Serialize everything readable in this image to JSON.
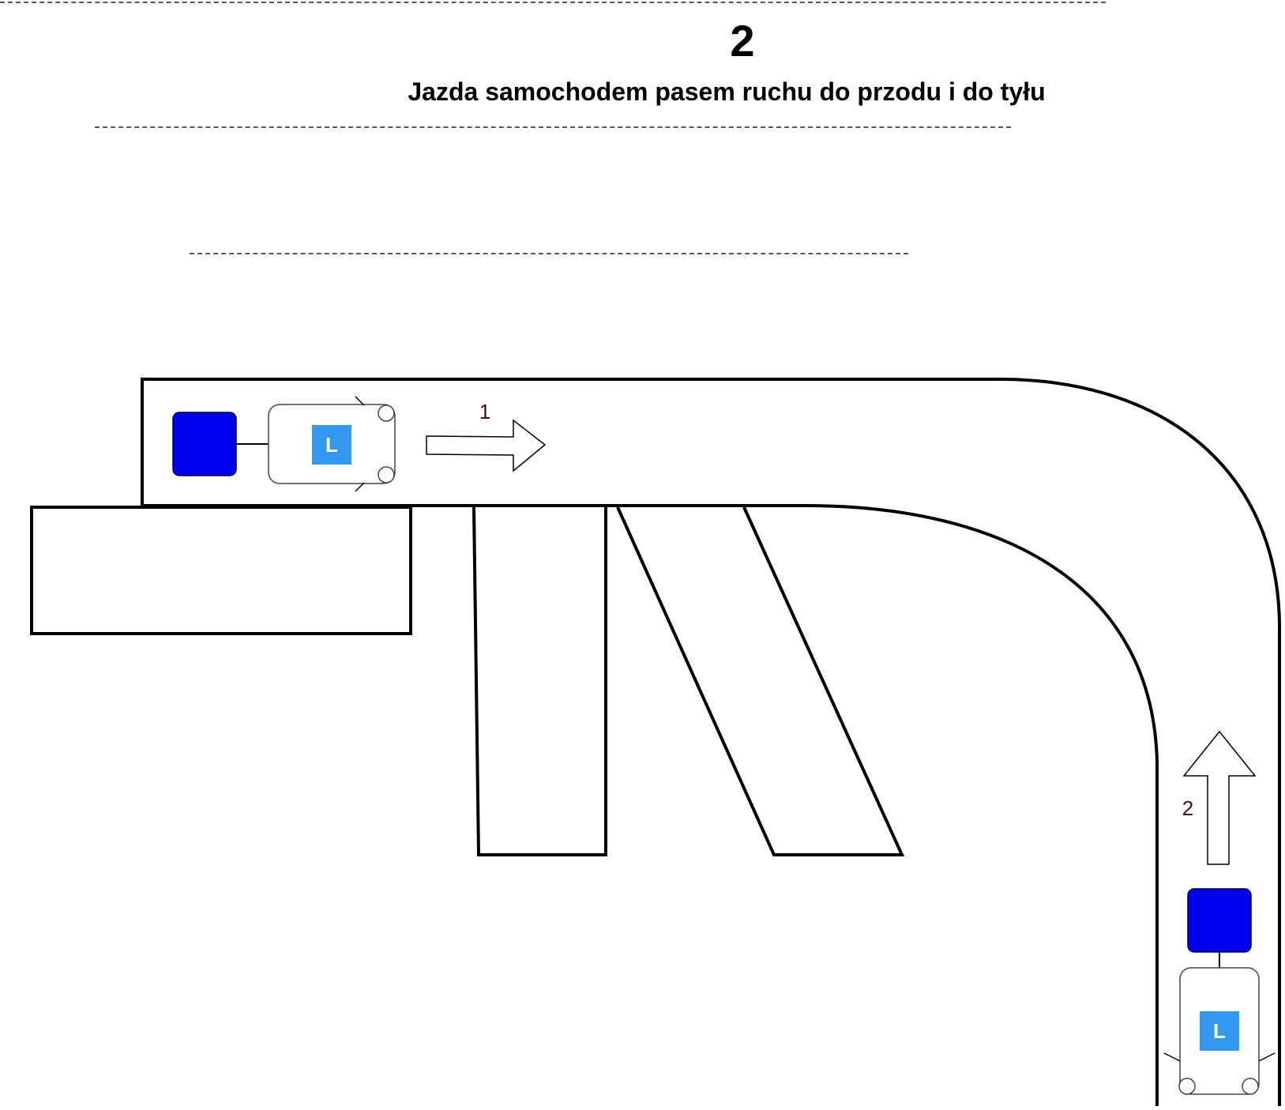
{
  "header": {
    "number": "2",
    "title": "Jazda samochodem pasem ruchu do przodu i do tyłu"
  },
  "diagram": {
    "step_1_label": "1",
    "step_2_label": "2",
    "car_badge": "L",
    "colors": {
      "cone_fill": "#0000ee",
      "badge_fill": "#3399ee",
      "badge_text": "#ffffff",
      "line": "#000000",
      "step_label": "#4a1010"
    }
  }
}
